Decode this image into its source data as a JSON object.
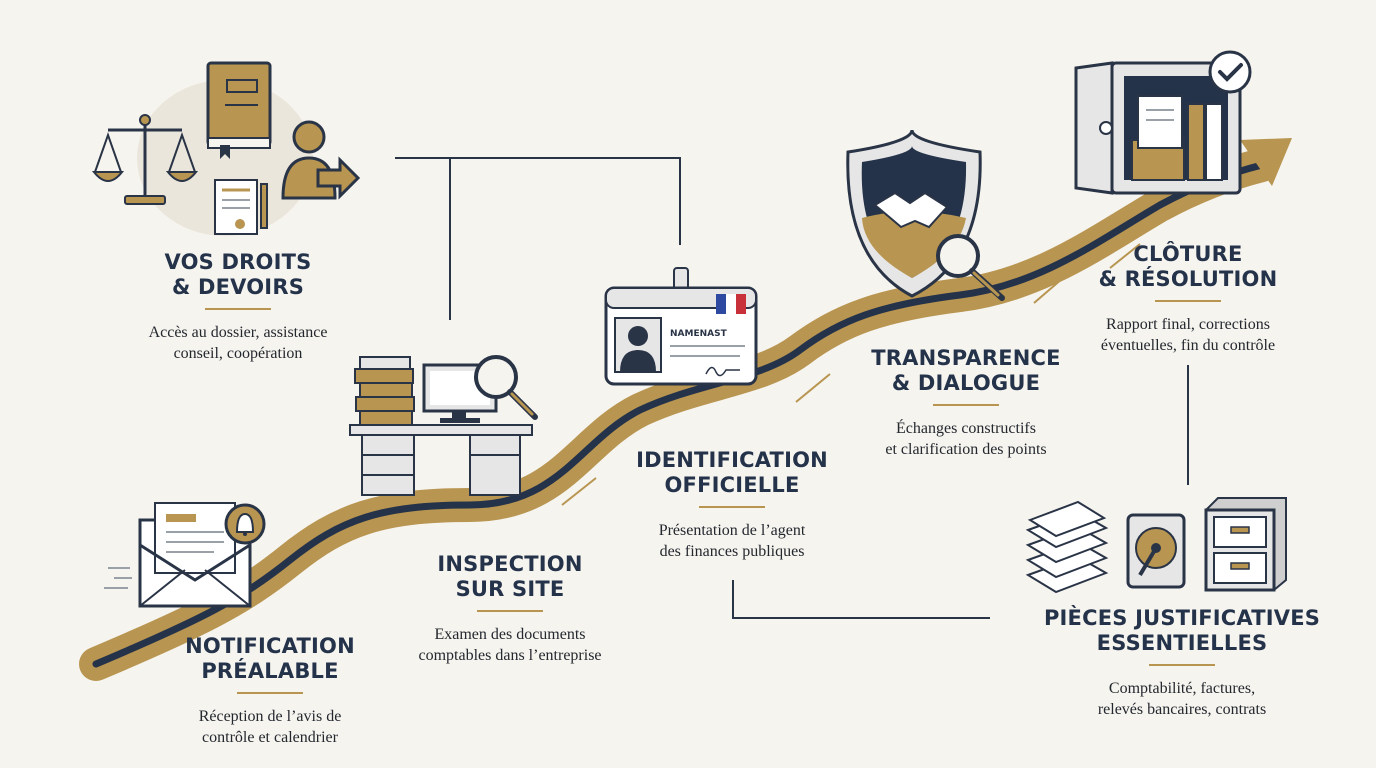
{
  "steps": [
    {
      "id": "droits",
      "title": [
        "VOS DROITS",
        "& DEVOIRS"
      ],
      "desc": [
        "Accès au dossier, assistance",
        "conseil, coopération"
      ]
    },
    {
      "id": "notification",
      "title": [
        "NOTIFICATION",
        "PRÉALABLE"
      ],
      "desc": [
        "Réception de l’avis de",
        "contrôle et calendrier"
      ]
    },
    {
      "id": "inspection",
      "title": [
        "INSPECTION",
        "SUR SITE"
      ],
      "desc": [
        "Examen des documents",
        "comptables dans l’entreprise"
      ]
    },
    {
      "id": "identification",
      "title": [
        "IDENTIFICATION",
        "OFFICIELLE"
      ],
      "desc": [
        "Présentation de l’agent",
        "des finances publiques"
      ]
    },
    {
      "id": "transparence",
      "title": [
        "TRANSPARENCE",
        "& DIALOGUE"
      ],
      "desc": [
        "Échanges constructifs",
        "et clarification des points"
      ]
    },
    {
      "id": "cloture",
      "title": [
        "CLÔTURE",
        "& RÉSOLUTION"
      ],
      "desc": [
        "Rapport final, corrections",
        "éventuelles, fin du contrôle"
      ]
    },
    {
      "id": "pieces",
      "title": [
        "PIÈCES JUSTIFICATIVES",
        "ESSENTIELLES"
      ],
      "desc": [
        "Comptabilité, factures,",
        "relevés bancaires, contrats"
      ]
    }
  ],
  "badge_text": "NAMENAST",
  "colors": {
    "gold": "#b89550",
    "navy": "#24324a",
    "background": "#f6f4ef",
    "grey": "#9aa0a8"
  }
}
